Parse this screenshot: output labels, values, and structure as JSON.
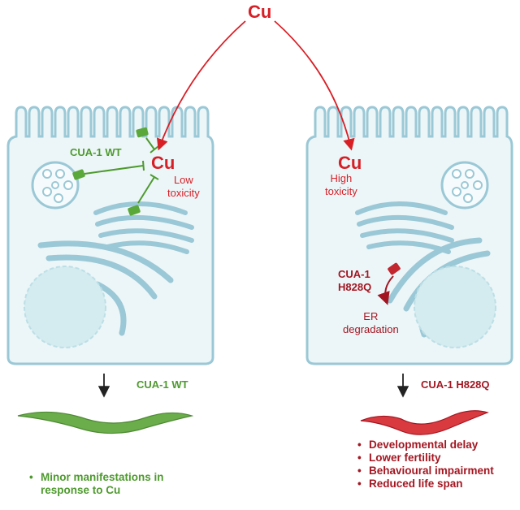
{
  "top": {
    "cu_label": "Cu"
  },
  "left_cell": {
    "protein_label": "CUA-1 WT",
    "cu_label": "Cu",
    "toxicity_label": "Low\ntoxicity"
  },
  "right_cell": {
    "cu_label": "Cu",
    "toxicity_label": "High\ntoxicity",
    "mutant_label": "CUA-1\nH828Q",
    "er_label": "ER\ndegradation"
  },
  "left_outcome": {
    "label": "CUA-1 WT",
    "bullets": [
      "Minor manifestations in\nresponse to Cu"
    ]
  },
  "right_outcome": {
    "label": "CUA-1 H828Q",
    "bullets": [
      "Developmental delay",
      "Lower fertility",
      "Behavioural impairment",
      "Reduced life span"
    ]
  },
  "colors": {
    "cell_outline": "#9bc8d6",
    "cell_fill": "#ecf6f8",
    "copper_red": "#d81f26",
    "mutant_red": "#a31621",
    "wt_green": "#4e9a2e"
  }
}
